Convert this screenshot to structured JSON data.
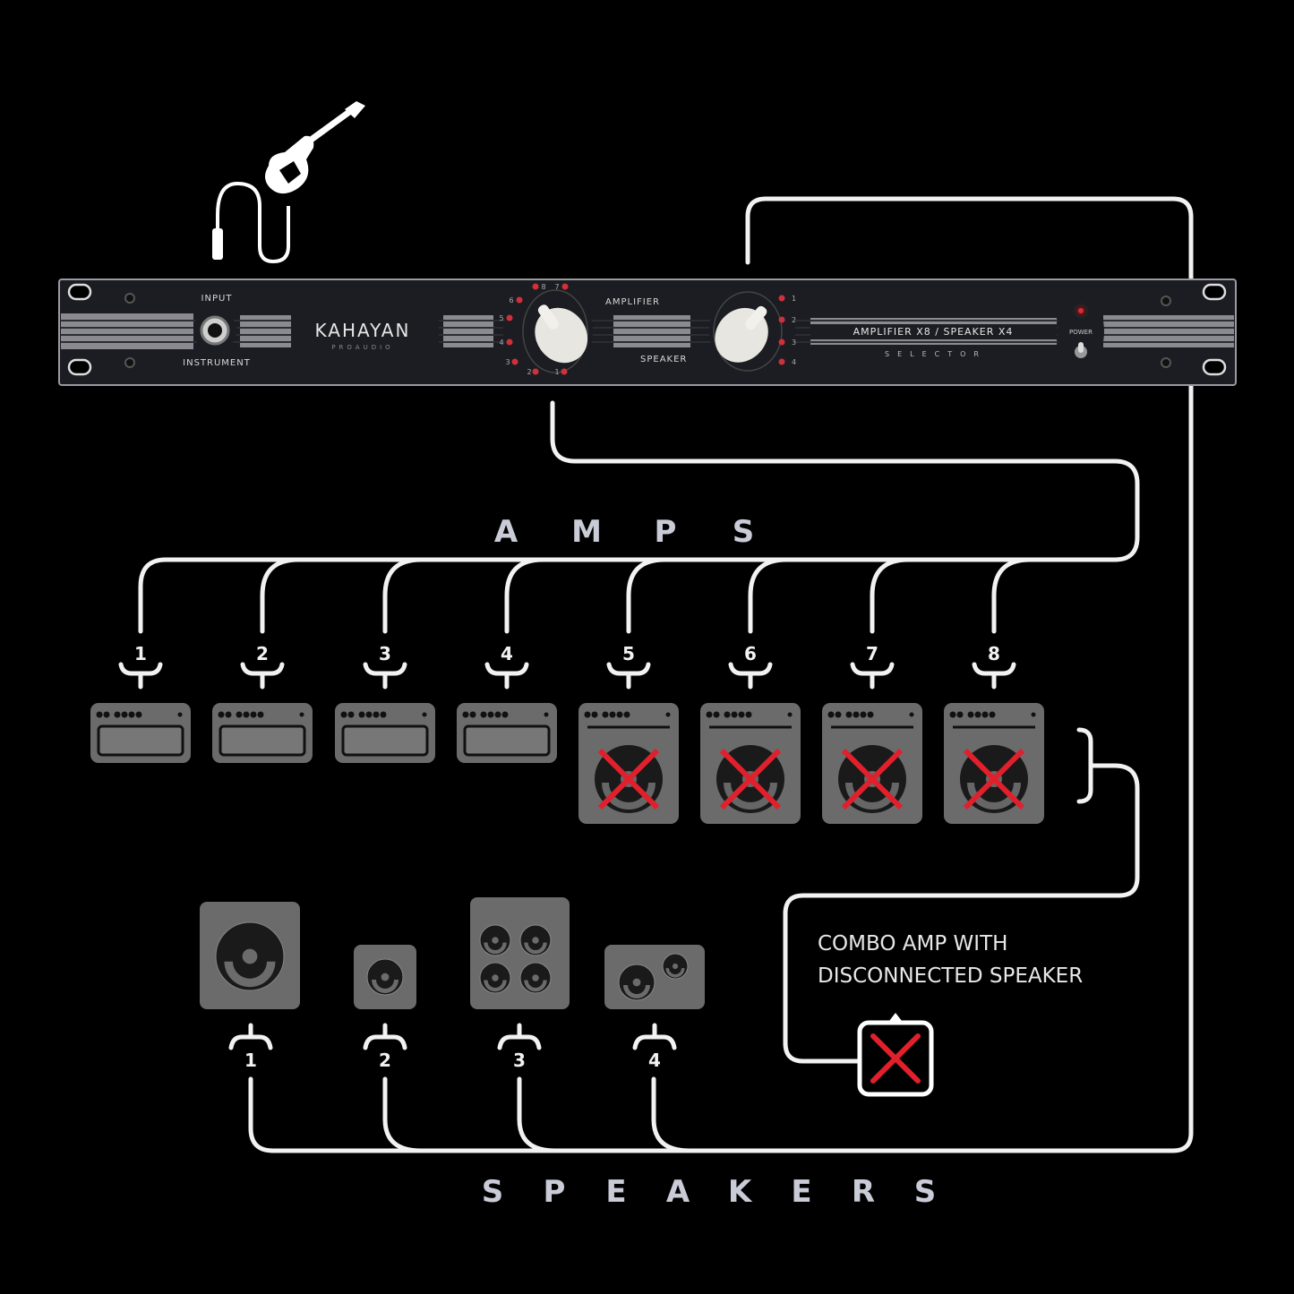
{
  "rack": {
    "brand": "KAHAYAN",
    "brand_sub": "PROAUDIO",
    "input_label": "INPUT",
    "instrument_label": "INSTRUMENT",
    "amplifier_label": "AMPLIFIER",
    "speaker_label": "SPEAKER",
    "model": "AMPLIFIER X8 / SPEAKER X4",
    "model_sub": "SELECTOR",
    "power_label": "POWER",
    "amp_positions": [
      "1",
      "2",
      "3",
      "4",
      "5",
      "6",
      "7",
      "8"
    ],
    "speaker_positions": [
      "1",
      "2",
      "3",
      "4"
    ]
  },
  "amps_heading": [
    "A",
    "M",
    "P",
    "S"
  ],
  "speakers_heading": [
    "S",
    "P",
    "E",
    "A",
    "K",
    "E",
    "R",
    "S"
  ],
  "amps": [
    {
      "label": "1",
      "type": "head"
    },
    {
      "label": "2",
      "type": "head"
    },
    {
      "label": "3",
      "type": "head"
    },
    {
      "label": "4",
      "type": "head"
    },
    {
      "label": "5",
      "type": "combo"
    },
    {
      "label": "6",
      "type": "combo"
    },
    {
      "label": "7",
      "type": "combo"
    },
    {
      "label": "8",
      "type": "combo"
    }
  ],
  "speakers": [
    {
      "label": "1",
      "type": "1x15"
    },
    {
      "label": "2",
      "type": "1x10"
    },
    {
      "label": "3",
      "type": "4x12"
    },
    {
      "label": "4",
      "type": "2x"
    }
  ],
  "legend": {
    "line1": "COMBO AMP WITH",
    "line2": "DISCONNECTED SPEAKER",
    "icon": "red-x-icon"
  },
  "colors": {
    "wire": "#f2f2f2",
    "cabinet": "#6b6b6b",
    "cross": "#e0202c",
    "led": "#d0303a"
  }
}
